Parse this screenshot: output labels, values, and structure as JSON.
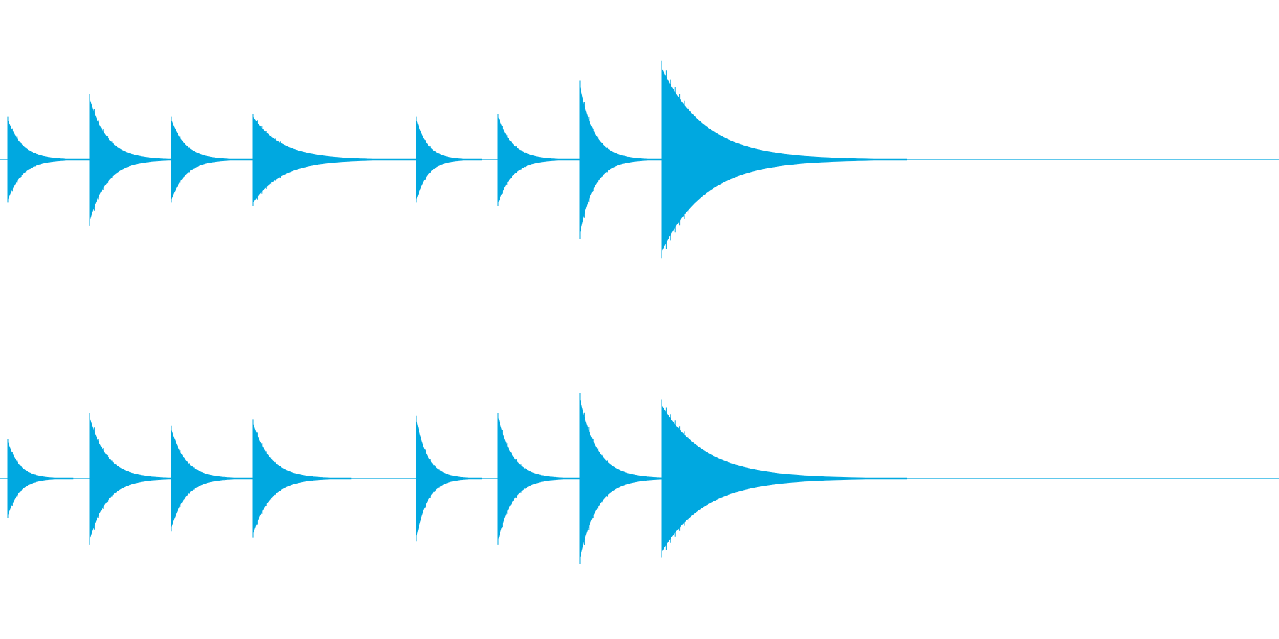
{
  "waveform": {
    "color": "#00a8e0",
    "background": "#ffffff",
    "channels": [
      {
        "name": "channel-1",
        "onsets": [
          {
            "t": 0.0,
            "amp": 0.26,
            "decay": 0.1
          },
          {
            "t": 0.1,
            "amp": 0.4,
            "decay": 0.12
          },
          {
            "t": 0.2,
            "amp": 0.26,
            "decay": 0.1
          },
          {
            "t": 0.3,
            "amp": 0.28,
            "decay": 0.2
          },
          {
            "t": 0.5,
            "amp": 0.26,
            "decay": 0.08
          },
          {
            "t": 0.6,
            "amp": 0.28,
            "decay": 0.1
          },
          {
            "t": 0.7,
            "amp": 0.48,
            "decay": 0.1
          },
          {
            "t": 0.8,
            "amp": 0.6,
            "decay": 0.3
          }
        ]
      },
      {
        "name": "channel-2",
        "onsets": [
          {
            "t": 0.0,
            "amp": 0.24,
            "decay": 0.08
          },
          {
            "t": 0.1,
            "amp": 0.4,
            "decay": 0.12
          },
          {
            "t": 0.2,
            "amp": 0.32,
            "decay": 0.1
          },
          {
            "t": 0.3,
            "amp": 0.36,
            "decay": 0.12
          },
          {
            "t": 0.5,
            "amp": 0.38,
            "decay": 0.08
          },
          {
            "t": 0.6,
            "amp": 0.4,
            "decay": 0.1
          },
          {
            "t": 0.7,
            "amp": 0.52,
            "decay": 0.12
          },
          {
            "t": 0.8,
            "amp": 0.48,
            "decay": 0.3
          }
        ]
      }
    ]
  }
}
